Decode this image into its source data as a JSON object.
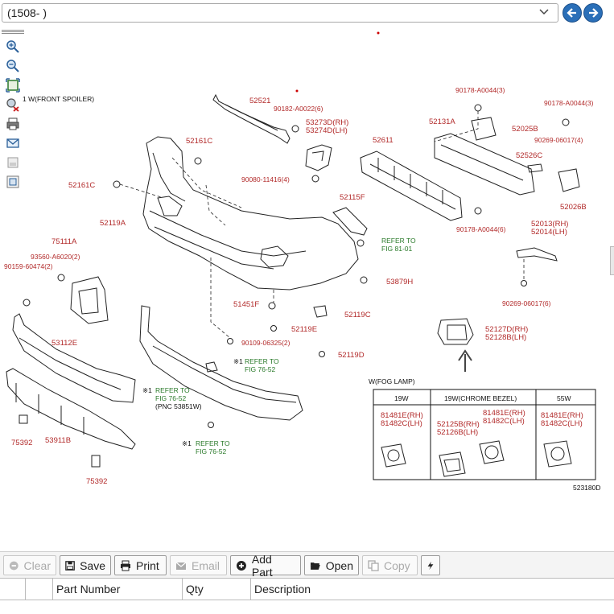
{
  "selector": {
    "value": "(1508- )"
  },
  "diagram": {
    "spoiler_note": "1 W(FRONT SPOILER)",
    "figure_code": "523180D",
    "labels": [
      "52521",
      "90182-A0022(6)",
      "53273D(RH)",
      "53274D(LH)",
      "52161C",
      "90080-11416(4)",
      "52161C",
      "52119A",
      "52115F",
      "REFER TO",
      "FIG 81-01",
      "75111A",
      "93560-A6020(2)",
      "90159-60474(2)",
      "53879H",
      "51451F",
      "52119E",
      "52119C",
      "90109-06325(2)",
      "52119D",
      "53112E",
      "※1",
      "REFER TO",
      "FIG 76-52",
      "※1",
      "REFER TO",
      "FIG 76-52",
      "(PNC 53851W)",
      "75392",
      "53911B",
      "※1",
      "REFER TO",
      "FIG 76-52",
      "75392",
      "90178-A0044(3)",
      "90178-A0044(3)",
      "52131A",
      "52025B",
      "52611",
      "52526C",
      "90269-06017(4)",
      "52026B",
      "90178-A0044(6)",
      "52013(RH)",
      "52014(LH)",
      "90269-06017(6)",
      "52127D(RH)",
      "52128B(LH)"
    ],
    "fog_box": {
      "title": "W(FOG LAMP)",
      "columns": [
        "19W",
        "19W(CHROME BEZEL)",
        "55W"
      ],
      "col1_parts": [
        "81481E(RH)",
        "81482C(LH)"
      ],
      "col2_parts_a": [
        "52125B(RH)",
        "52126B(LH)"
      ],
      "col2_parts_b": [
        "81481E(RH)",
        "81482C(LH)"
      ],
      "col3_parts": [
        "81481E(RH)",
        "81482C(LH)"
      ]
    }
  },
  "toolbar": {
    "clear": "Clear",
    "save": "Save",
    "print": "Print",
    "email": "Email",
    "add_part": "Add Part",
    "open": "Open",
    "copy": "Copy"
  },
  "table": {
    "columns": [
      "Part Number",
      "Qty",
      "Description"
    ]
  }
}
